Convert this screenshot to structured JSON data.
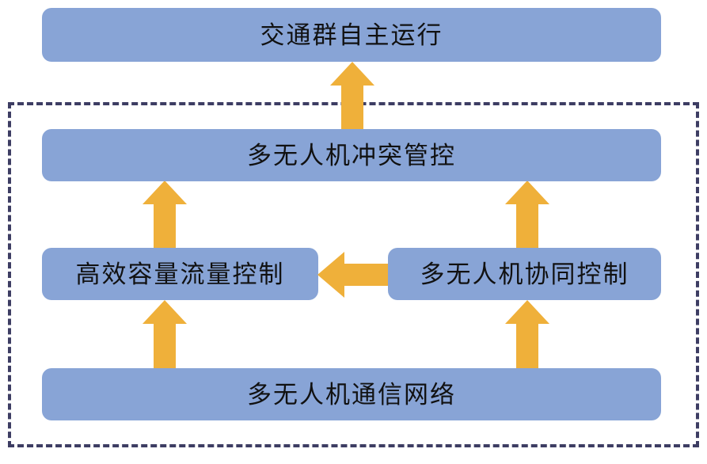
{
  "diagram": {
    "title_text": "",
    "colors": {
      "node_fill": "#88A4D6",
      "arrow_fill": "#EFB03A",
      "dashed_border": "#3D3D63",
      "background": "#FFFFFF",
      "text": "#111111"
    },
    "nodes": [
      {
        "id": "traffic-swarm-autonomous-operation",
        "label": "交通群自主运行"
      },
      {
        "id": "multi-uav-conflict-management",
        "label": "多无人机冲突管控"
      },
      {
        "id": "efficient-capacity-flow-control",
        "label": "高效容量流量控制"
      },
      {
        "id": "multi-uav-cooperative-control",
        "label": "多无人机协同控制"
      },
      {
        "id": "multi-uav-communication-network",
        "label": "多无人机通信网络"
      }
    ],
    "connectors": [
      {
        "id": "conflict-to-autonomous",
        "direction": "up",
        "from": "多无人机冲突管控",
        "to": "交通群自主运行"
      },
      {
        "id": "capacity-to-conflict",
        "direction": "up",
        "from": "高效容量流量控制",
        "to": "多无人机冲突管控"
      },
      {
        "id": "cooperative-to-conflict",
        "direction": "up",
        "from": "多无人机协同控制",
        "to": "多无人机冲突管控"
      },
      {
        "id": "cooperative-to-capacity",
        "direction": "left",
        "from": "多无人机协同控制",
        "to": "高效容量流量控制"
      },
      {
        "id": "network-to-capacity",
        "direction": "up",
        "from": "多无人机通信网络",
        "to": "高效容量流量控制"
      },
      {
        "id": "network-to-cooperative",
        "direction": "up",
        "from": "多无人机通信网络",
        "to": "多无人机协同控制"
      }
    ],
    "grouping_region": {
      "id": "enabling-technologies-group",
      "label": ""
    }
  }
}
